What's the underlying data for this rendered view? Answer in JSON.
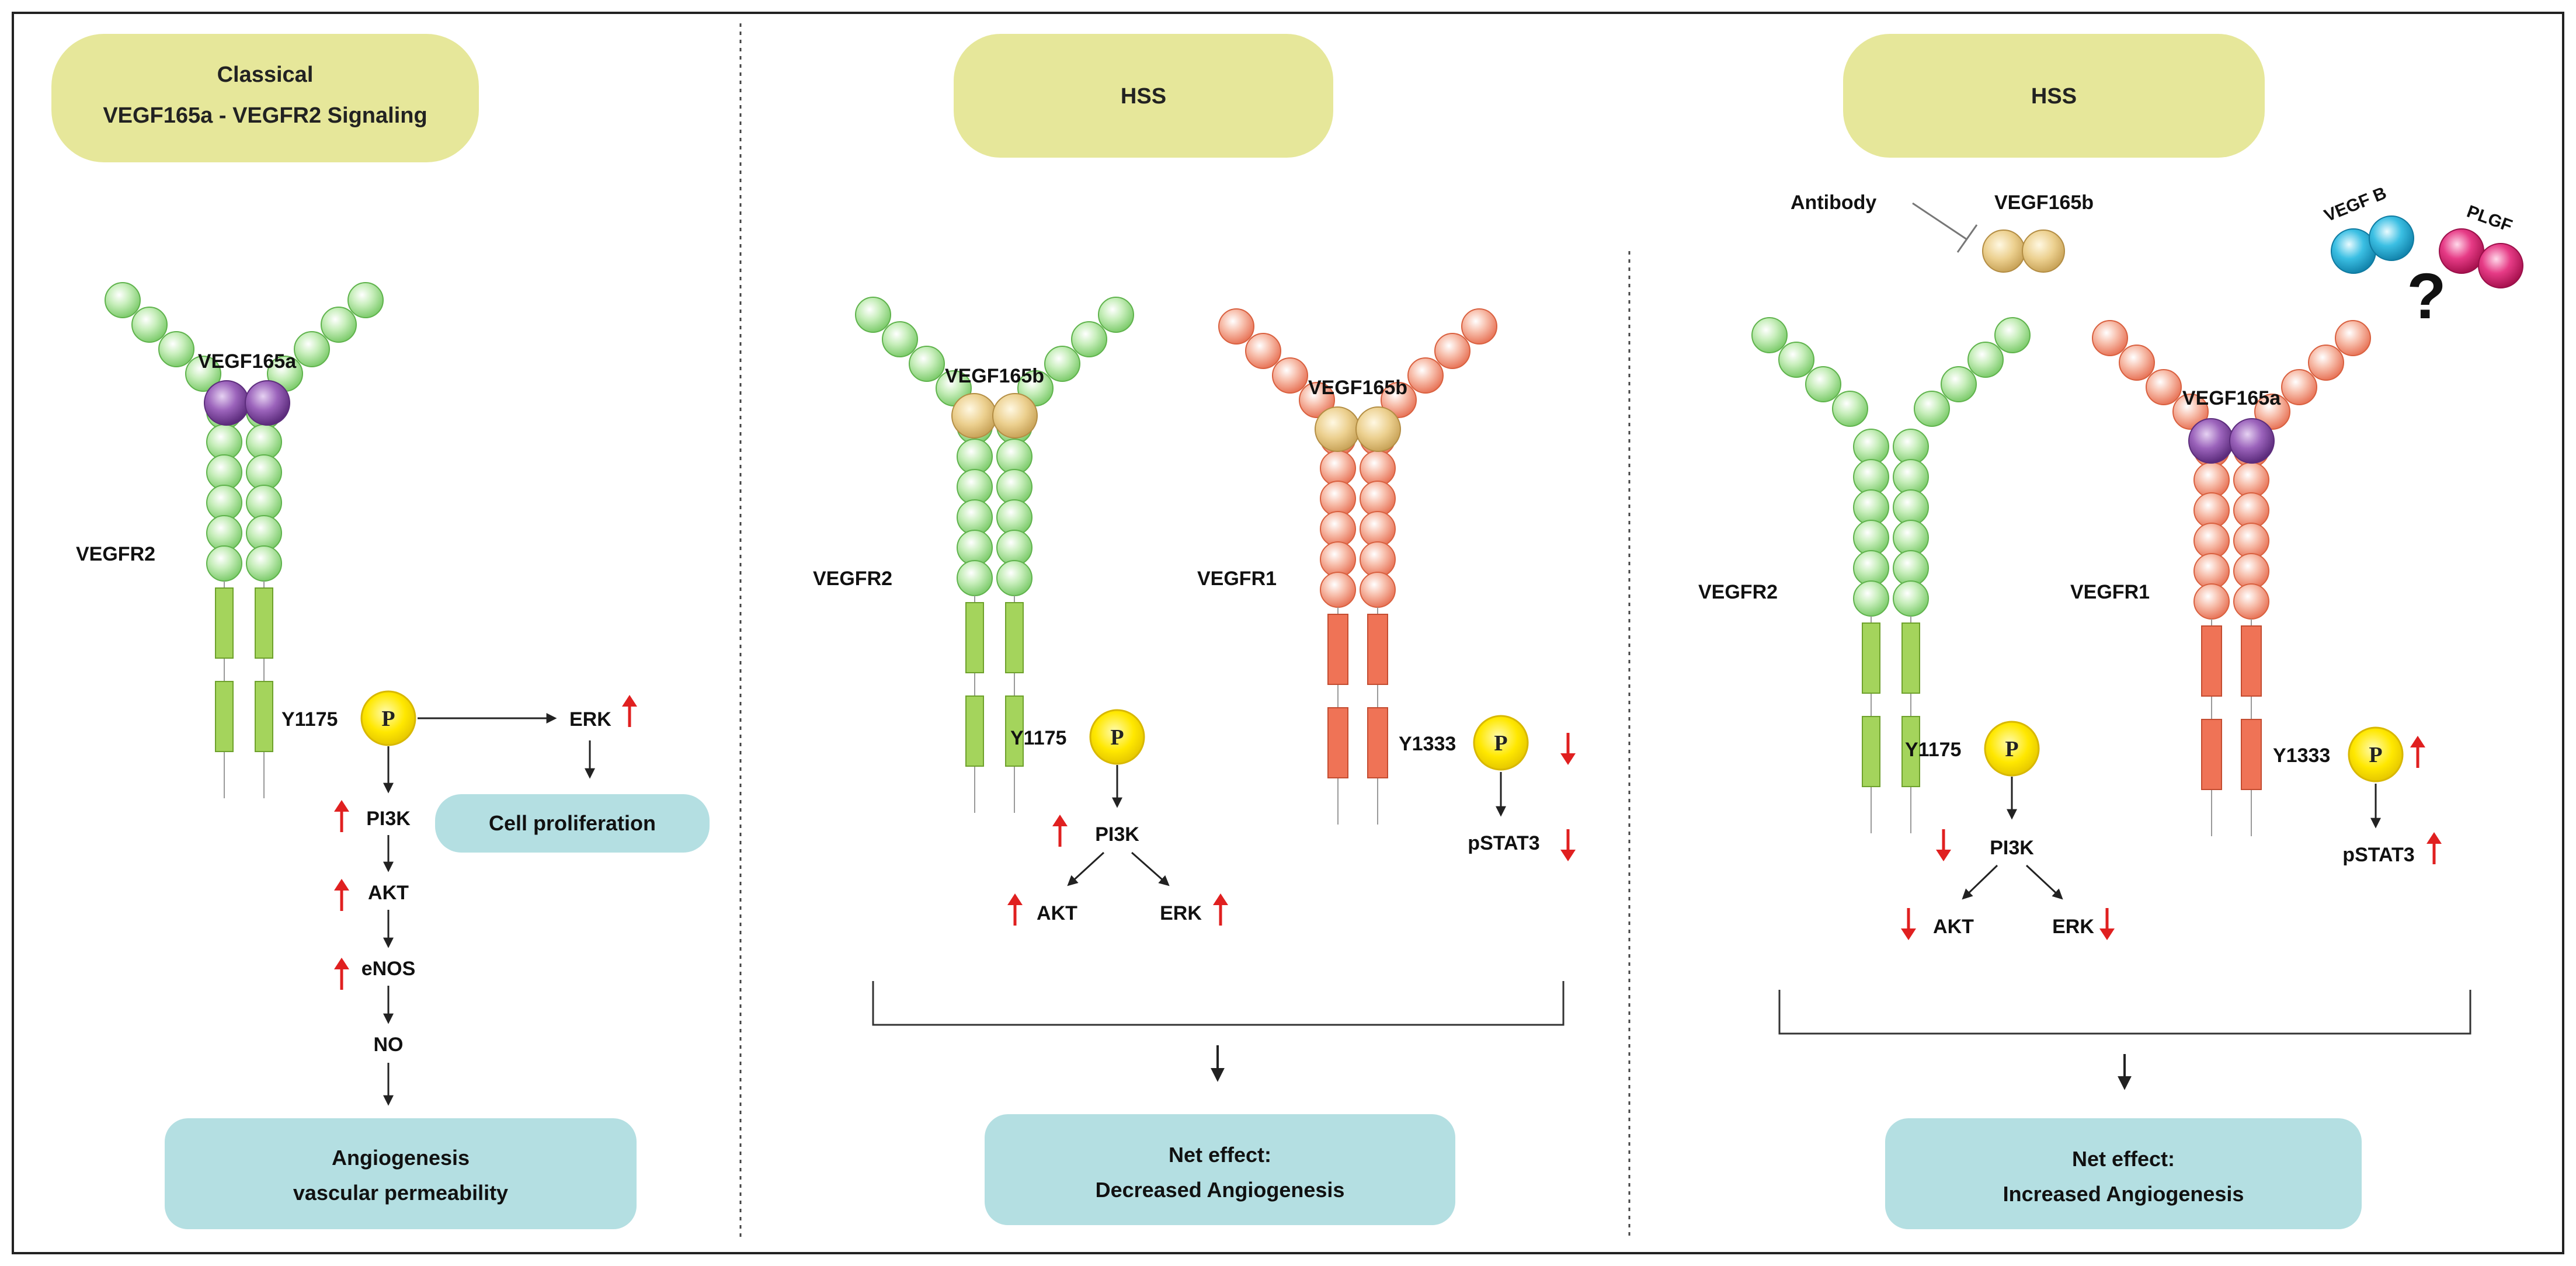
{
  "panels": {
    "classical": {
      "header": [
        "Classical",
        "VEGF165a - VEGFR2 Signaling"
      ],
      "ligand": "VEGF165a",
      "receptor": "VEGFR2",
      "site": "Y1175",
      "phospho": "P",
      "erk": "ERK",
      "cell_prolif": "Cell proliferation",
      "cascade": [
        "PI3K",
        "AKT",
        "eNOS",
        "NO"
      ],
      "outcome": [
        "Angiogenesis",
        "vascular permeability"
      ]
    },
    "hss_decreased": {
      "header": "HSS",
      "left": {
        "ligand": "VEGF165b",
        "receptor": "VEGFR2",
        "site": "Y1175",
        "phospho": "P",
        "pi3k": "PI3K",
        "akt": "AKT",
        "erk": "ERK"
      },
      "right": {
        "ligand": "VEGF165b",
        "receptor": "VEGFR1",
        "site": "Y1333",
        "phospho": "P",
        "stat": "pSTAT3"
      },
      "outcome": [
        "Net effect:",
        "Decreased Angiogenesis"
      ]
    },
    "hss_increased": {
      "header": "HSS",
      "antibody": "Antibody",
      "blocked_ligand": "VEGF165b",
      "vegfb": "VEGF B",
      "plgf": "PLGF",
      "question": "?",
      "left": {
        "receptor": "VEGFR2",
        "site": "Y1175",
        "phospho": "P",
        "pi3k": "PI3K",
        "akt": "AKT",
        "erk": "ERK"
      },
      "right": {
        "ligand": "VEGF165a",
        "receptor": "VEGFR1",
        "site": "Y1333",
        "phospho": "P",
        "stat": "pSTAT3"
      },
      "outcome": [
        "Net effect:",
        "Increased Angiogenesis"
      ]
    }
  },
  "colors": {
    "header_bg": "#e6e79a",
    "outcome_bg": "#b4dfe2",
    "vegfr2_bead": "#9fd98f",
    "vegfr2_segment": "#a4d45c",
    "vegfr1_bead": "#f08a70",
    "vegfr1_segment": "#ef7356",
    "vegf165a": "#8a50a8",
    "vegf165b": "#e9c983",
    "vegfb": "#2fb4d8",
    "plgf": "#e2307a",
    "phospho": "#ffe800",
    "arrow_up_down": "#e02020"
  }
}
